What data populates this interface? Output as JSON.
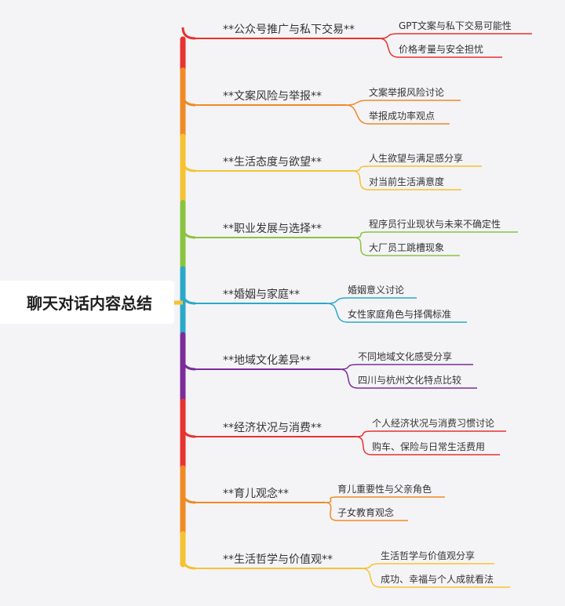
{
  "root": {
    "title": "聊天对话内容总结"
  },
  "branches": [
    {
      "label": "**公众号推广与私下交易**",
      "color": "#e8322e",
      "leaves": [
        "GPT文案与私下交易可能性",
        "价格考量与安全担忧"
      ]
    },
    {
      "label": "**文案风险与举报**",
      "color": "#f08a24",
      "leaves": [
        "文案举报风险讨论",
        "举报成功率观点"
      ]
    },
    {
      "label": "**生活态度与欲望**",
      "color": "#f6c231",
      "leaves": [
        "人生欲望与满足感分享",
        "对当前生活满意度"
      ]
    },
    {
      "label": "**职业发展与选择**",
      "color": "#8ac43f",
      "leaves": [
        "程序员行业现状与未来不确定性",
        "大厂员工跳槽现象"
      ]
    },
    {
      "label": "**婚姻与家庭**",
      "color": "#2aa9c9",
      "leaves": [
        "婚姻意义讨论",
        "女性家庭角色与择偶标准"
      ]
    },
    {
      "label": "**地域文化差异**",
      "color": "#7b2d9a",
      "leaves": [
        "不同地域文化感受分享",
        "四川与杭州文化特点比较"
      ]
    },
    {
      "label": "**经济状况与消费**",
      "color": "#e8322e",
      "leaves": [
        "个人经济状况与消费习惯讨论",
        "购车、保险与日常生活费用"
      ]
    },
    {
      "label": "**育儿观念**",
      "color": "#f08a24",
      "leaves": [
        "育儿重要性与父亲角色",
        "子女教育观念"
      ]
    },
    {
      "label": "**生活哲学与价值观**",
      "color": "#f6c231",
      "leaves": [
        "生活哲学与价值观分享",
        "成功、幸福与个人成就看法"
      ]
    }
  ]
}
